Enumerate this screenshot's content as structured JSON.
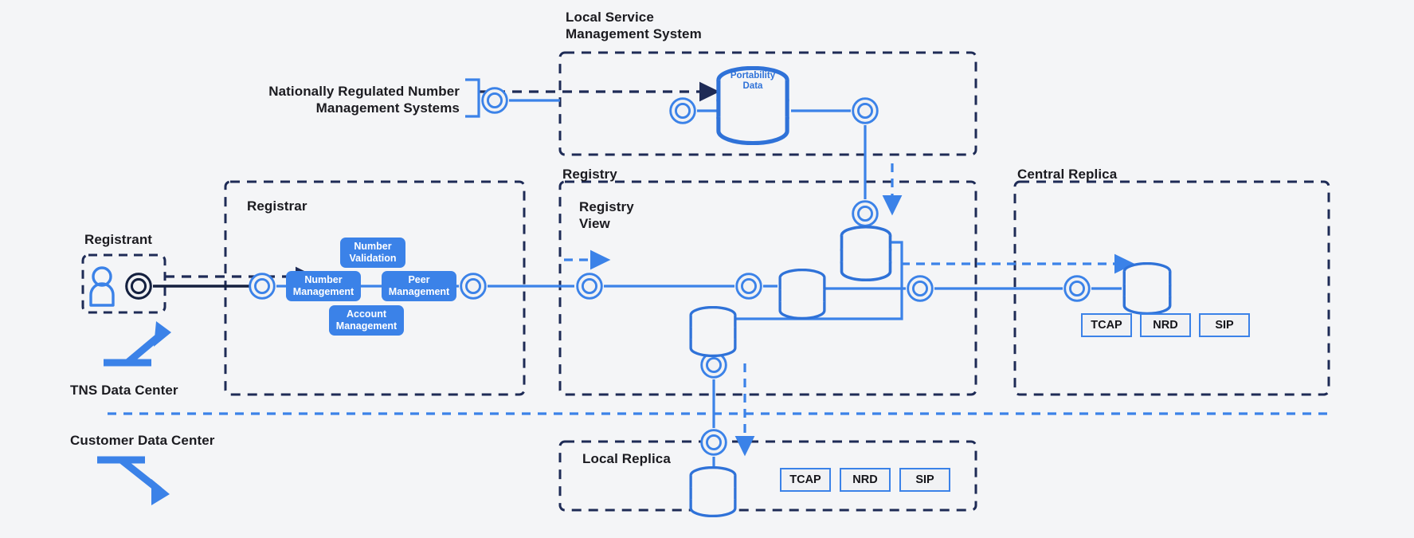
{
  "theme": {
    "background": "#f4f5f7",
    "blue": "#3b82e8",
    "navy": "#1e2b56",
    "dark": "#15151a",
    "db_blue": "#2f72d8",
    "chip_blue": "#3b82e8"
  },
  "labels": {
    "lsms": "Local Service\nManagement System",
    "nrnms": "Nationally Regulated Number\nManagement Systems",
    "registrar": "Registrar",
    "registrant": "Registrant",
    "registry": "Registry",
    "registry_view": "Registry\nView",
    "central_replica": "Central Replica",
    "local_replica": "Local Replica",
    "tns_data_center": "TNS Data Center",
    "customer_data_center": "Customer Data Center"
  },
  "registrar_modules": [
    {
      "name": "number-validation",
      "label": "Number\nValidation"
    },
    {
      "name": "number-management",
      "label": "Number\nManagement"
    },
    {
      "name": "account-management",
      "label": "Account\nManagement"
    },
    {
      "name": "peer-management",
      "label": "Peer\nManagement"
    }
  ],
  "databases": [
    {
      "name": "portability-data-db",
      "label": "Portability\nData"
    },
    {
      "name": "lsms-sync-db",
      "label": ""
    },
    {
      "name": "registry-primary-db",
      "label": ""
    },
    {
      "name": "registry-secondary-db",
      "label": ""
    },
    {
      "name": "central-replica-db",
      "label": ""
    },
    {
      "name": "local-replica-db",
      "label": ""
    }
  ],
  "central_replica_protocols": [
    {
      "name": "protocol-tcap-central",
      "label": "TCAP"
    },
    {
      "name": "protocol-nrd-central",
      "label": "NRD"
    },
    {
      "name": "protocol-sip-central",
      "label": "SIP"
    }
  ],
  "local_replica_protocols": [
    {
      "name": "protocol-tcap-local",
      "label": "TCAP"
    },
    {
      "name": "protocol-nrd-local",
      "label": "NRD"
    },
    {
      "name": "protocol-sip-local",
      "label": "SIP"
    }
  ],
  "icons": {
    "registrant_actor": "user-icon",
    "interface_node": "interface-circle-icon",
    "database": "database-cylinder-icon",
    "arrow": "arrow-head-icon",
    "pointer_tns": "arrow-up-right-icon",
    "pointer_customer": "arrow-down-right-icon"
  }
}
